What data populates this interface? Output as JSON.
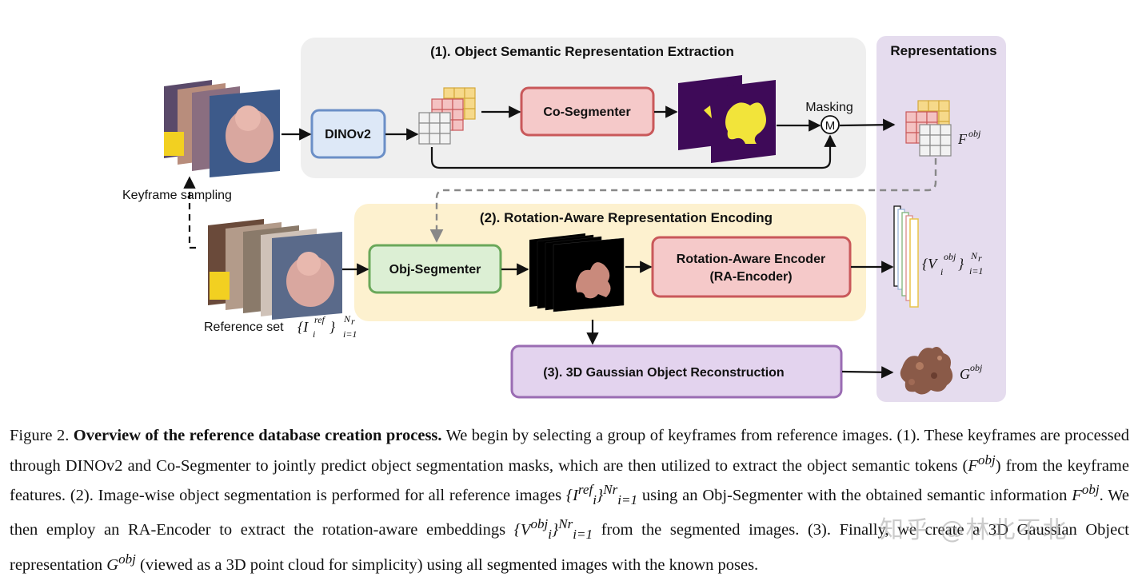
{
  "diagram": {
    "stage1_title": "(1). Object Semantic Representation Extraction",
    "stage2_title": "(2). Rotation-Aware Representation Encoding",
    "representations_title": "Representations",
    "dinov2_label": "DINOv2",
    "co_segmenter_label": "Co-Segmenter",
    "masking_label": "Masking",
    "mask_op_symbol": "M",
    "obj_segmenter_label": "Obj-Segmenter",
    "ra_encoder_line1": "Rotation-Aware Encoder",
    "ra_encoder_line2": "(RA-Encoder)",
    "reconstruction_label": "(3). 3D Gaussian Object Reconstruction",
    "keyframe_sampling_label": "Keyframe  sampling",
    "reference_set_label": "Reference set",
    "f_obj_symbol": "F",
    "f_obj_sup": "obj",
    "v_symbol": "{V",
    "v_sup": "obj",
    "v_sub": "i",
    "v_close": "}",
    "v_limit_sup": "N",
    "v_limit_sup_sub": "r",
    "v_limit_sub": "i=1",
    "ref_symbol": "{I",
    "ref_sup": "ref",
    "ref_sub": "i",
    "ref_close": "}",
    "ref_limit_sup": "N",
    "ref_limit_sup_sub": "r",
    "ref_limit_sub": "i=1",
    "g_obj_symbol": "G",
    "g_obj_sup": "obj"
  },
  "caption": {
    "figure_label": "Figure 2.",
    "bold_title": "Overview of the reference database creation process.",
    "part1": "We begin by selecting a group of keyframes from reference images. (1). These keyframes are processed through DINOv2 and Co-Segmenter to jointly predict object segmentation masks, which are then utilized to extract the object semantic tokens (",
    "f_obj": "F",
    "f_obj_sup": "obj",
    "part2": ") from the keyframe features. (2). Image-wise object segmentation is performed for all reference images ",
    "ref_set": "{I",
    "ref_set_sup": "ref",
    "ref_set_sub": "i",
    "ref_set_close": "}",
    "ref_set_limit_sup": "Nr",
    "ref_set_limit_sub": "i=1",
    "part3": " using an Obj-Segmenter with the obtained semantic information ",
    "f_obj2": "F",
    "f_obj2_sup": "obj",
    "part4": ". We then employ an RA-Encoder to extract the rotation-aware embeddings ",
    "v_set": "{V",
    "v_set_sup": "obj",
    "v_set_sub": "i",
    "v_set_close": "}",
    "v_set_limit_sup": "Nr",
    "v_set_limit_sub": "i=1",
    "part5": " from the segmented images. (3). Finally, we create a 3D Gaussian Object representation ",
    "g_obj": "G",
    "g_obj_sup": "obj",
    "part6": " (viewed as a 3D point cloud for simplicity) using all segmented images with the known poses."
  },
  "watermark": "知乎 @林北不北",
  "colors": {
    "stage1_bg": "#efefef",
    "stage2_bg": "#fdf1cf",
    "representations_bg": "#e5dcee",
    "dinov2_border": "#6b8fc7",
    "dinov2_fill": "#dde8f7",
    "co_segmenter_border": "#c9585a",
    "co_segmenter_fill": "#f5c9c9",
    "obj_segmenter_border": "#6aa85a",
    "obj_segmenter_fill": "#dcefd4",
    "ra_encoder_border": "#c9585a",
    "ra_encoder_fill": "#f5c9c9",
    "reconstruction_border": "#9a6cb3",
    "reconstruction_fill": "#e3d3ee",
    "mask_purple": "#3e0a58",
    "mask_yellow": "#f2e43a"
  }
}
